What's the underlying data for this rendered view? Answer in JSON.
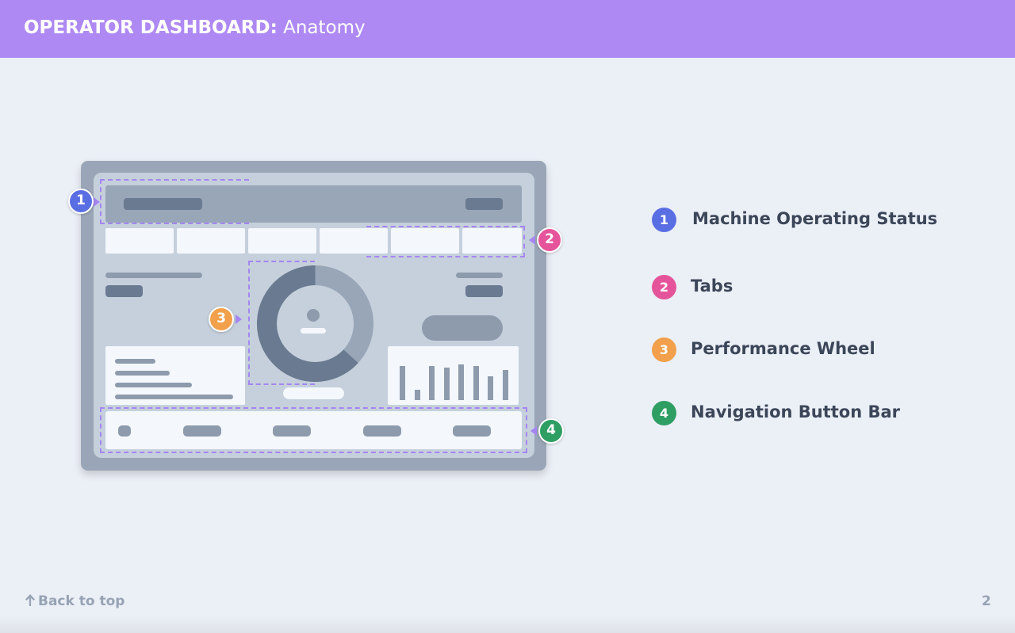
{
  "header": {
    "title_bold": "OPERATOR DASHBOARD:",
    "title_rest": "Anatomy",
    "color": "#ae89f3"
  },
  "diagram": {
    "markers": [
      {
        "number": "1",
        "color": "#5a6ee3"
      },
      {
        "number": "2",
        "color": "#e5549b"
      },
      {
        "number": "3",
        "color": "#f2a04b"
      },
      {
        "number": "4",
        "color": "#2f9e63"
      }
    ],
    "outline_color": "#a586f1",
    "chart_bar_levels": [
      0.72,
      0.22,
      0.72,
      0.68,
      0.75,
      0.71,
      0.5,
      0.63
    ]
  },
  "legend": {
    "items": [
      {
        "number": "1",
        "label": "Machine Operating Status",
        "color": "#5a6ee3"
      },
      {
        "number": "2",
        "label": "Tabs",
        "color": "#e5549b"
      },
      {
        "number": "3",
        "label": "Performance Wheel",
        "color": "#f2a04b"
      },
      {
        "number": "4",
        "label": "Navigation Button Bar",
        "color": "#2f9e63"
      }
    ]
  },
  "footer": {
    "back_icon": "arrow-up-icon",
    "back_label": "Back to top",
    "page_number": "2"
  }
}
